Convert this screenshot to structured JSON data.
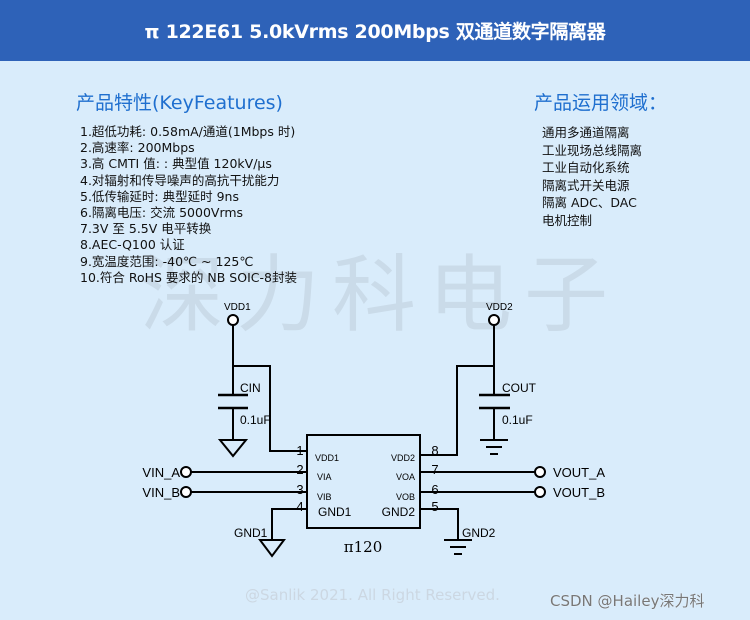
{
  "header": {
    "title": "π 122E61 5.0kVrms 200Mbps 双通道数字隔离器"
  },
  "features": {
    "title": "产品特性(KeyFeatures)",
    "items": [
      "1.超低功耗: 0.58mA/通道(1Mbps 时)",
      "2.高速率: 200Mbps",
      "3.高 CMTI 值: : 典型值 120kV/µs",
      "4.对辐射和传导噪声的高抗干扰能力",
      "5.低传输延时:  典型延时 9ns",
      "6.隔离电压:   交流 5000Vrms",
      "7.3V 至 5.5V 电平转换",
      "8.AEC-Q100 认证",
      "9.宽温度范围: -40℃ ~ 125℃",
      "10.符合 RoHS 要求的 NB SOIC-8封装"
    ]
  },
  "applications": {
    "title": "产品运用领域：",
    "items": [
      "通用多通道隔离",
      "工业现场总线隔离",
      "工业自动化系统",
      "隔离式开关电源",
      "隔离 ADC、DAC",
      "电机控制"
    ]
  },
  "watermark": "深力科电子",
  "schematic": {
    "vdd1": "VDD1",
    "vdd2": "VDD2",
    "cin": "CIN",
    "cout": "COUT",
    "cap_value": "0.1uF",
    "vin_a": "VIN_A",
    "vin_b": "VIN_B",
    "vout_a": "VOUT_A",
    "vout_b": "VOUT_B",
    "gnd1": "GND1",
    "gnd2": "GND2",
    "chip": "π120",
    "pins": {
      "p1": "1",
      "p2": "2",
      "p3": "3",
      "p4": "4",
      "p5": "5",
      "p6": "6",
      "p7": "7",
      "p8": "8"
    },
    "chip_pins": {
      "vdd1": "VDD1",
      "via": "VIA",
      "vib": "VIB",
      "gnd1": "GND1",
      "vdd2": "VDD2",
      "voa": "VOA",
      "vob": "VOB",
      "gnd2": "GND2"
    }
  },
  "footer": {
    "copyright": "@Sanlik 2021. All Right Reserved.",
    "csdn": "CSDN @Hailey深力科"
  }
}
